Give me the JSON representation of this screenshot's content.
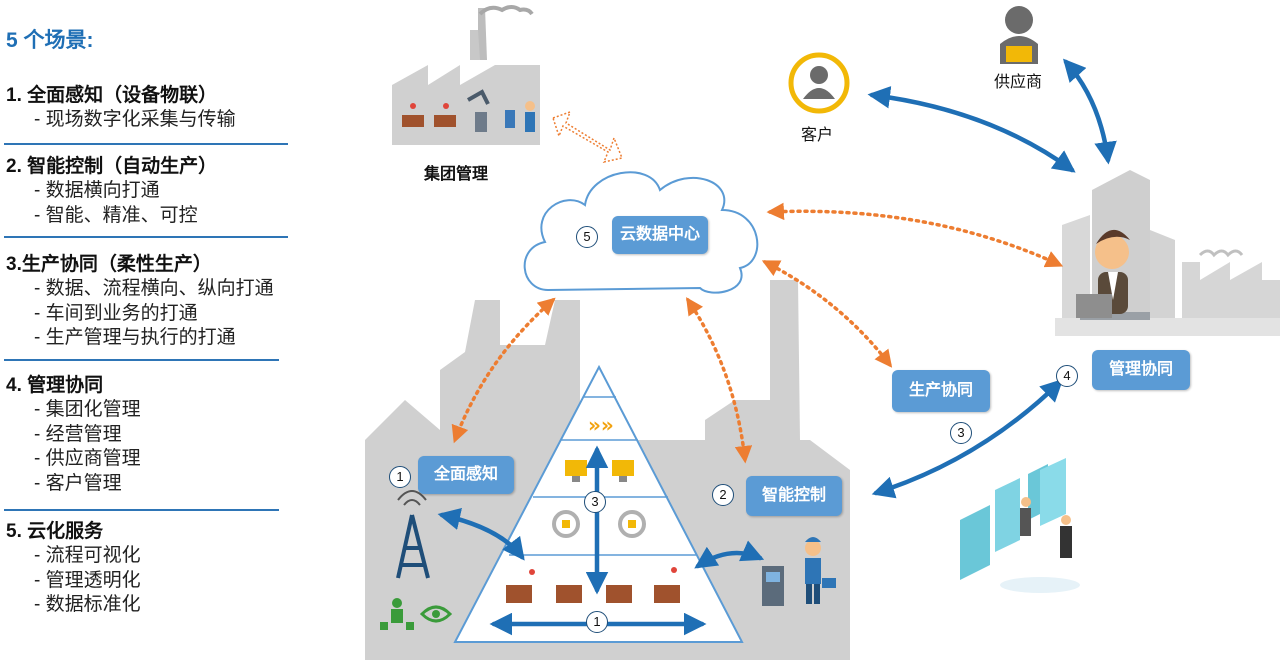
{
  "heading": "5 个场景:",
  "sections": [
    {
      "title": "1. 全面感知（设备物联）",
      "items": [
        "- 现场数字化采集与传输"
      ]
    },
    {
      "title": "2. 智能控制（自动生产）",
      "items": [
        "- 数据横向打通",
        "- 智能、精准、可控"
      ]
    },
    {
      "title": "3.生产协同（柔性生产）",
      "items": [
        "- 数据、流程横向、纵向打通",
        "- 车间到业务的打通",
        "- 生产管理与执行的打通"
      ]
    },
    {
      "title": "4. 管理协同",
      "items": [
        "- 集团化管理",
        "- 经营管理",
        "- 供应商管理",
        "- 客户管理"
      ]
    },
    {
      "title": "5. 云化服务",
      "items": [
        "- 流程可视化",
        "- 管理透明化",
        "- 数据标准化"
      ]
    }
  ],
  "diagram": {
    "group_label": "集团管理",
    "customer_label": "客户",
    "supplier_label": "供应商",
    "cloud_label": "云数据中心",
    "cloud_num": "5",
    "sense_label": "全面感知",
    "sense_num": "1",
    "control_label": "智能控制",
    "control_num": "2",
    "prod_coop_label": "生产协同",
    "prod_coop_num": "3",
    "mgmt_coop_label": "管理协同",
    "mgmt_coop_num": "4",
    "pyramid_num_top": "3",
    "pyramid_num_bottom": "1"
  },
  "colors": {
    "accent": "#2e75b6",
    "label_bg": "#5b9bd5",
    "arrow_blue": "#1f6fb5",
    "arrow_orange": "#ed7d31",
    "factory_gray": "#d0d0d0",
    "icon_yellow": "#f2b807"
  }
}
